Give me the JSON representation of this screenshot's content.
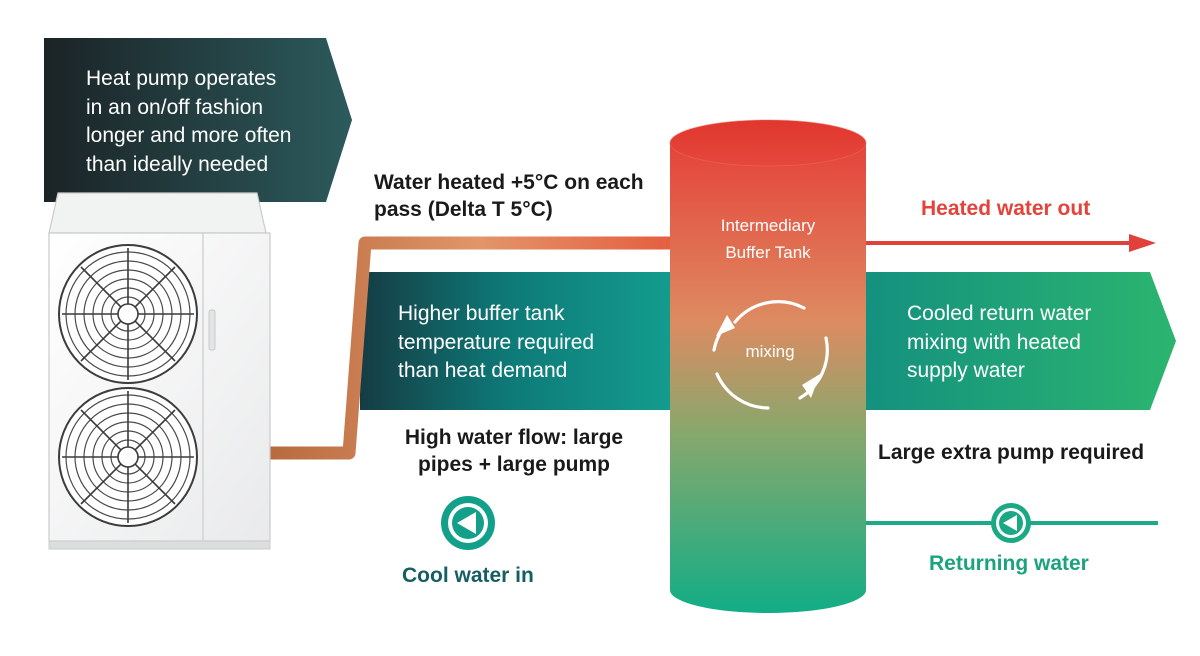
{
  "heat_pump_callout": {
    "lines": [
      "Heat pump  operates",
      "in an on/off fashion",
      "longer and more often",
      "than ideally needed"
    ]
  },
  "water_heated_note": {
    "lines": [
      "Water heated +5°C on each",
      "pass (Delta T 5°C)"
    ]
  },
  "buffer_temp_callout": {
    "lines": [
      "Higher buffer tank",
      "temperature required",
      "than heat demand"
    ]
  },
  "high_flow_note": {
    "lines": [
      "High water flow: large",
      "pipes + large pump"
    ]
  },
  "tank": {
    "label_lines": [
      "Intermediary",
      "Buffer Tank"
    ],
    "mixing_label": "mixing"
  },
  "heated_water_out": "Heated water out",
  "cooled_return_callout": {
    "lines": [
      "Cooled return water",
      "mixing with heated",
      "supply water"
    ]
  },
  "extra_pump_note": "Large extra pump required",
  "cool_water_in": "Cool water in",
  "returning_water": "Returning water",
  "colors": {
    "hot": "#e63f3a",
    "warm_pipe": "#c77446",
    "teal": "#129a8d",
    "green": "#27ae72",
    "dark_slate": "#1f2f33"
  },
  "icons": [
    "heat-pump-unit",
    "fan-icon",
    "pump-icon",
    "mixing-cycle-icon",
    "arrow-right-icon"
  ]
}
